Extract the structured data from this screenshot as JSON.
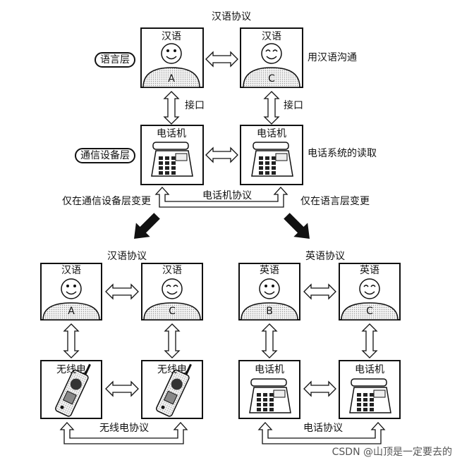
{
  "top": {
    "protocol_label": "汉语协议",
    "layer_language": "语言层",
    "layer_device": "通信设备层",
    "box_a_title": "汉语",
    "box_a_letter": "A",
    "box_c_title": "汉语",
    "box_c_letter": "C",
    "note_language": "用汉语沟通",
    "interface_left": "接口",
    "interface_right": "接口",
    "phone_left_title": "电话机",
    "phone_right_title": "电话机",
    "note_device": "电话系统的读取",
    "phone_protocol": "电话机协议"
  },
  "changes": {
    "left": "仅在通信设备层变更",
    "right": "仅在语言层变更"
  },
  "bottom_left": {
    "protocol_label": "汉语协议",
    "box_a_title": "汉语",
    "box_a_letter": "A",
    "box_c_title": "汉语",
    "box_c_letter": "C",
    "radio_left_title": "无线电",
    "radio_right_title": "无线电",
    "radio_protocol": "无线电协议"
  },
  "bottom_right": {
    "protocol_label": "英语协议",
    "box_b_title": "英语",
    "box_b_letter": "B",
    "box_c_title": "英语",
    "box_c_letter": "C",
    "phone_left_title": "电话机",
    "phone_right_title": "电话机",
    "phone_protocol": "电话协议"
  },
  "watermark": "CSDN @山顶是一定要去的"
}
